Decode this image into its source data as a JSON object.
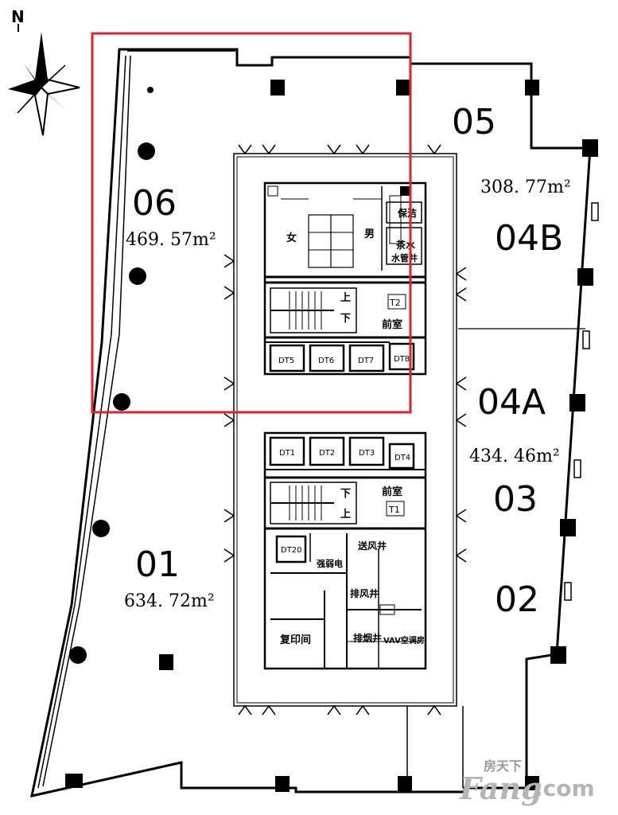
{
  "compass": {
    "north_label": "N"
  },
  "units": {
    "u06": {
      "label": "06",
      "area": "469. 57m²"
    },
    "u05": {
      "label": "05"
    },
    "u04b": {
      "label": "04B",
      "area": "308. 77m²"
    },
    "u04a": {
      "label": "04A",
      "area": "434. 46m²"
    },
    "u03": {
      "label": "03"
    },
    "u02": {
      "label": "02"
    },
    "u01": {
      "label": "01",
      "area": "634. 72m²"
    }
  },
  "core_top": {
    "female": "女",
    "male": "男",
    "cleaning": "保洁",
    "tea_water": "茶水",
    "water_well": "水管井",
    "stair_up": "上",
    "stair_down": "下",
    "stair_id": "T2",
    "lobby": "前室",
    "elevators": [
      "DT5",
      "DT6",
      "DT7",
      "DT8"
    ]
  },
  "core_bottom": {
    "elevators": [
      "DT1",
      "DT2",
      "DT3",
      "DT4"
    ],
    "stair_down": "下",
    "stair_up": "上",
    "lobby": "前室",
    "stair_id": "T1",
    "freight_elevator": "DT20",
    "strong_weak": "强弱电",
    "smoke_shaft": "送风井",
    "exhaust_shaft": "排风井",
    "copy_room": "复印间",
    "shaft": "排烟井",
    "vav_room": "VAV空调房"
  },
  "watermark": {
    "top": "房天下",
    "brand": "Fang",
    "domain": ".com"
  },
  "colors": {
    "highlight": "#d9252b",
    "ink": "#000000",
    "watermark": "#b5b5b5"
  }
}
